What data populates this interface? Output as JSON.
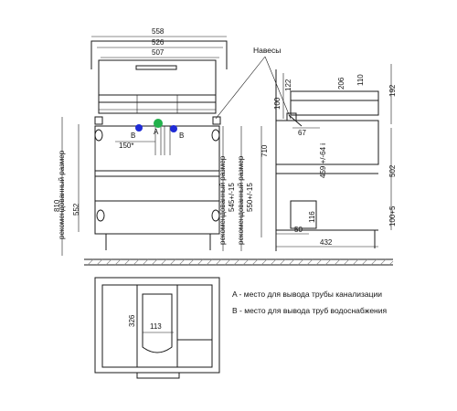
{
  "dimensions": {
    "top_width": "558",
    "inner_width": "526",
    "top_inner": "507",
    "left_height": "810",
    "rec_height": "552",
    "rec_label_left": "рекомендованный размер",
    "rec_label_mid": "рекомендованный размер",
    "rec_label_right": "рекомендованный размер",
    "h545": "545+/-15",
    "h550": "550+/-15",
    "h710": "710",
    "angle": "150*",
    "d100": "100",
    "d122": "122",
    "d67": "67",
    "d459": "459 +/-64 i",
    "d206": "206",
    "d110": "110",
    "d192": "192",
    "d502": "502",
    "d116": "116",
    "d100b": "100+5",
    "d50": "50",
    "d432": "432",
    "d326": "326",
    "d113": "113"
  },
  "labels": {
    "hinges": "Навесы",
    "A": "A",
    "B_left": "B",
    "B_right": "B"
  },
  "legend": {
    "a_text": "A - место для вывода трубы канализации",
    "b_text": "B - место для вывода труб водоснабжения"
  },
  "colors": {
    "a_point": "#22b14c",
    "b_point": "#1f2bd6"
  }
}
